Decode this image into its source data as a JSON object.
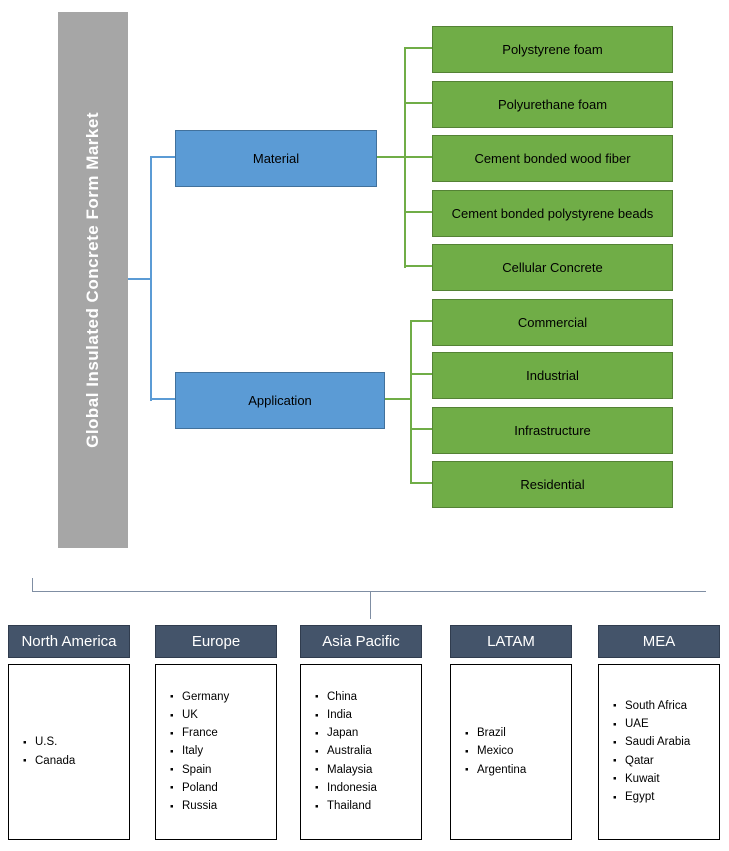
{
  "title": "Global Insulated Concrete Form Market",
  "segments": [
    {
      "label": "Material",
      "items": [
        "Polystyrene foam",
        "Polyurethane foam",
        "Cement bonded wood fiber",
        "Cement bonded polystyrene beads",
        "Cellular Concrete"
      ]
    },
    {
      "label": "Application",
      "items": [
        "Commercial",
        "Industrial",
        "Infrastructure",
        "Residential"
      ]
    }
  ],
  "regions": [
    {
      "name": "North America",
      "countries": [
        "U.S.",
        "Canada"
      ]
    },
    {
      "name": "Europe",
      "countries": [
        "Germany",
        "UK",
        "France",
        "Italy",
        "Spain",
        "Poland",
        "Russia"
      ]
    },
    {
      "name": "Asia Pacific",
      "countries": [
        "China",
        "India",
        "Japan",
        "Australia",
        "Malaysia",
        "Indonesia",
        "Thailand"
      ]
    },
    {
      "name": "LATAM",
      "countries": [
        "Brazil",
        "Mexico",
        "Argentina"
      ]
    },
    {
      "name": "MEA",
      "countries": [
        "South Africa",
        "UAE",
        "Saudi Arabia",
        "Qatar",
        "Kuwait",
        "Egypt"
      ]
    }
  ],
  "colors": {
    "title_bar": "#a6a6a6",
    "segment_box": "#5b9bd5",
    "item_box": "#70ad47",
    "region_header": "#44546a",
    "connector_blue": "#5b9bd5",
    "connector_green": "#70ad47",
    "bracket_line": "#7f8ea3"
  }
}
